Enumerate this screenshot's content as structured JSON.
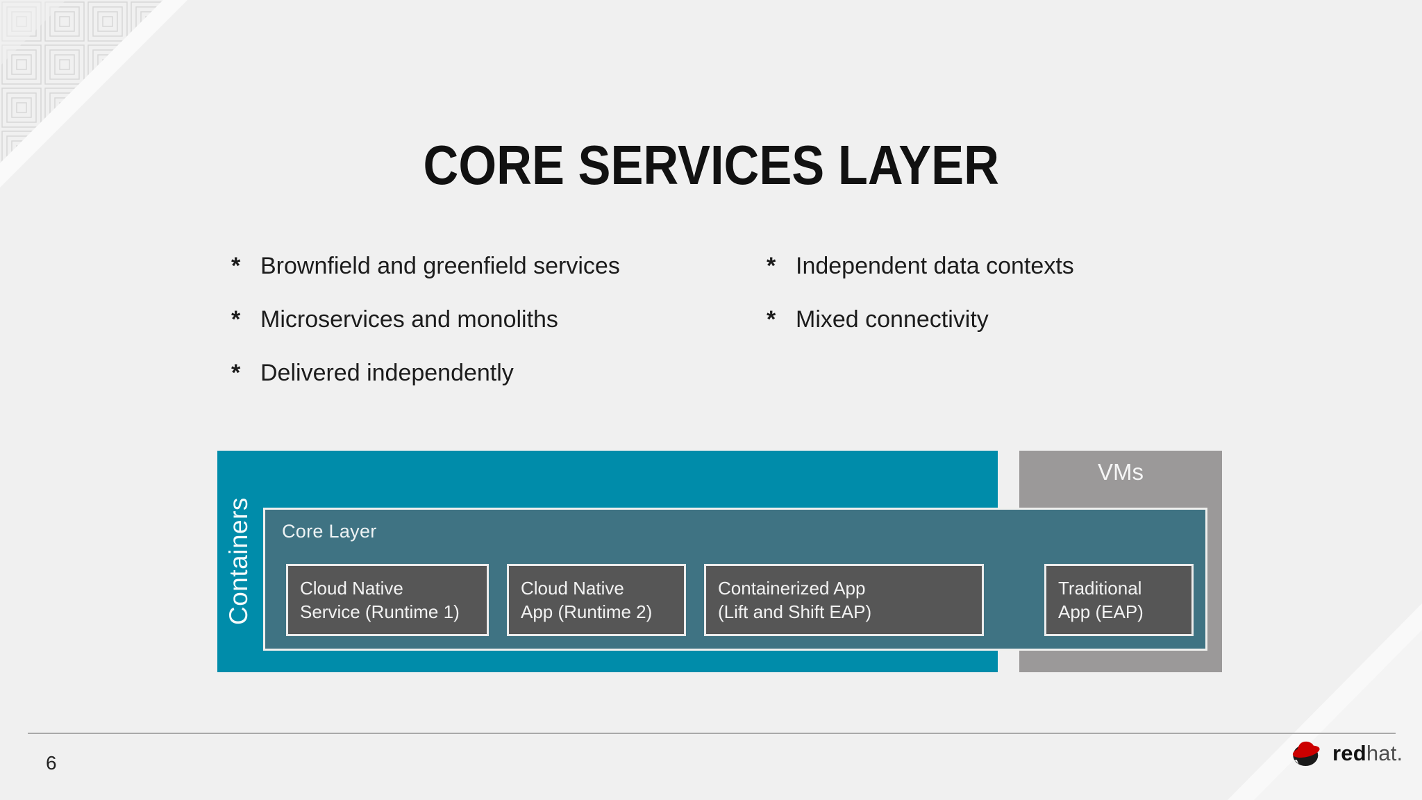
{
  "slide": {
    "title": "CORE SERVICES LAYER",
    "page_number": "6",
    "bullet_marker": "*",
    "bullets_left": [
      "Brownfield and greenfield services",
      "Microservices and monoliths",
      "Delivered independently"
    ],
    "bullets_right": [
      "Independent data contexts",
      "Mixed connectivity"
    ],
    "diagram": {
      "containers_label": "Containers",
      "vms_label": "VMs",
      "core_layer_label": "Core Layer",
      "boxes": [
        {
          "line1": "Cloud Native",
          "line2": "Service (Runtime 1)"
        },
        {
          "line1": "Cloud Native",
          "line2": "App (Runtime 2)"
        },
        {
          "line1": "Containerized App",
          "line2": "(Lift and Shift EAP)"
        },
        {
          "line1": "Traditional",
          "line2": "App (EAP)"
        }
      ]
    },
    "logo": {
      "brand_bold": "red",
      "brand_light": "hat."
    },
    "colors": {
      "background": "#f0f0f0",
      "containers_teal": "#008CAA",
      "core_layer_teal": "#3F7383",
      "app_box_gray": "#565656",
      "vms_gray": "#9B9999",
      "text_dark": "#161616",
      "logo_red": "#CC0000"
    }
  }
}
